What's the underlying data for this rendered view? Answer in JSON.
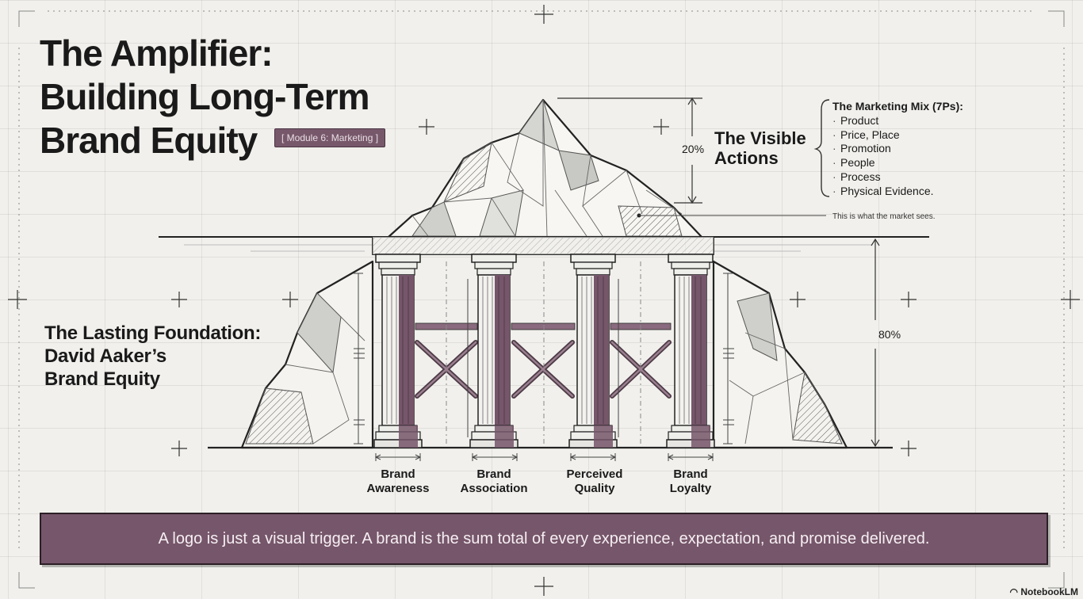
{
  "title": [
    "The Amplifier:",
    "Building Long-Term",
    "Brand Equity"
  ],
  "module_tag": "[ Module 6: Marketing ]",
  "visible_actions": [
    "The Visible",
    "Actions"
  ],
  "percent_visible": "20%",
  "percent_foundation": "80%",
  "marketing_mix": {
    "title": "The Marketing Mix (7Ps):",
    "items": [
      "Product",
      "Price, Place",
      "Promotion",
      "People",
      "Process",
      "Physical Evidence."
    ]
  },
  "market_note": "This is what the market sees.",
  "foundation_title": [
    "The Lasting Foundation:",
    "David Aaker’s",
    "Brand Equity"
  ],
  "pillars": [
    {
      "lines": [
        "Brand",
        "Awareness"
      ]
    },
    {
      "lines": [
        "Brand",
        "Association"
      ]
    },
    {
      "lines": [
        "Perceived",
        "Quality"
      ]
    },
    {
      "lines": [
        "Brand",
        "Loyalty"
      ]
    }
  ],
  "quote": "A logo is just a visual trigger. A brand is the sum total of every experience, expectation, and promise delivered.",
  "brand_mark": "NotebookLM",
  "colors": {
    "accent": "#76566a",
    "ink": "#1a1a1a",
    "background": "#f1f0ec"
  }
}
